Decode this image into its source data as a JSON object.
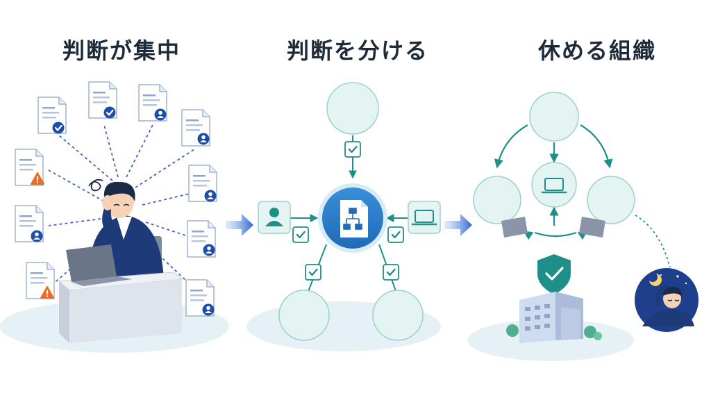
{
  "panels": {
    "left": {
      "title": "判断が集中"
    },
    "middle": {
      "title": "判断を分ける"
    },
    "right": {
      "title": "休める組織"
    }
  },
  "colors": {
    "navy": "#1f3a78",
    "teal": "#1f8f8a",
    "tealLight": "#e4f4f2",
    "blue": "#2563c9",
    "orange": "#f26b1d",
    "ground": "#e6f1f6"
  },
  "icons": [
    "document-icon",
    "check-icon",
    "person-icon",
    "warning-icon",
    "flowchart-icon",
    "laptop-icon",
    "shield-icon",
    "building-icon",
    "moon-icon",
    "star-icon",
    "arrow-icon"
  ]
}
